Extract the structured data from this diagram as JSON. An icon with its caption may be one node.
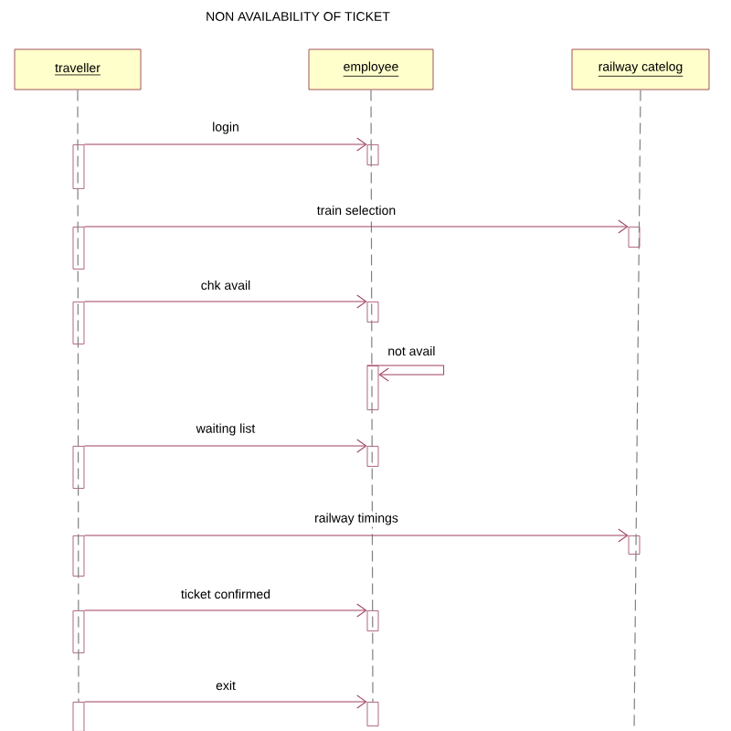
{
  "diagram": {
    "title": "NON AVAILABILITY OF TICKET",
    "nodes": [
      {
        "text": [
          "traveller"
        ]
      },
      {
        "text": [
          "employee"
        ]
      },
      {
        "text": [
          "railway catelog"
        ]
      },
      {
        "text": [],
        "shape": "bar"
      },
      {
        "text": [],
        "shape": "bar"
      },
      {
        "text": [],
        "shape": "bar"
      },
      {
        "text": [],
        "shape": "bar"
      },
      {
        "text": [],
        "shape": "bar"
      },
      {
        "text": [],
        "shape": "bar"
      },
      {
        "text": [],
        "shape": "bar"
      },
      {
        "text": [],
        "shape": "bar"
      },
      {
        "text": [],
        "shape": "bar"
      },
      {
        "text": [],
        "shape": "bar"
      },
      {
        "text": [],
        "shape": "bar"
      },
      {
        "text": [],
        "shape": "bar"
      },
      {
        "text": [],
        "shape": "bar"
      },
      {
        "text": [],
        "shape": "bar"
      },
      {
        "text": [],
        "shape": "bar"
      }
    ],
    "edges": [
      {
        "from": 3,
        "to": 4,
        "arrow": "to",
        "label": "login"
      },
      {
        "from": 5,
        "to": 6,
        "arrow": "to",
        "label": "train selection"
      },
      {
        "from": 7,
        "to": 8,
        "arrow": "to",
        "label": "chk avail"
      },
      {
        "from": null,
        "to": 9,
        "arrow": "to",
        "label": "not avail"
      },
      {
        "from": 10,
        "to": 11,
        "arrow": "to",
        "label": "waiting list"
      },
      {
        "from": 12,
        "to": 13,
        "arrow": "to",
        "label": "railway timings"
      },
      {
        "from": 14,
        "to": 15,
        "arrow": "to",
        "label": "ticket confirmed"
      },
      {
        "from": 16,
        "to": 17,
        "arrow": "to",
        "label": "exit"
      },
      {
        "from": 0,
        "to": 16,
        "arrow": "none",
        "style": "dashed",
        "color": "#808080"
      },
      {
        "from": 1,
        "to": 17,
        "arrow": "none",
        "style": "dashed",
        "color": "#808080"
      },
      {
        "from": 2,
        "to": null,
        "arrow": "none",
        "style": "dashed",
        "color": "#808080"
      }
    ]
  }
}
